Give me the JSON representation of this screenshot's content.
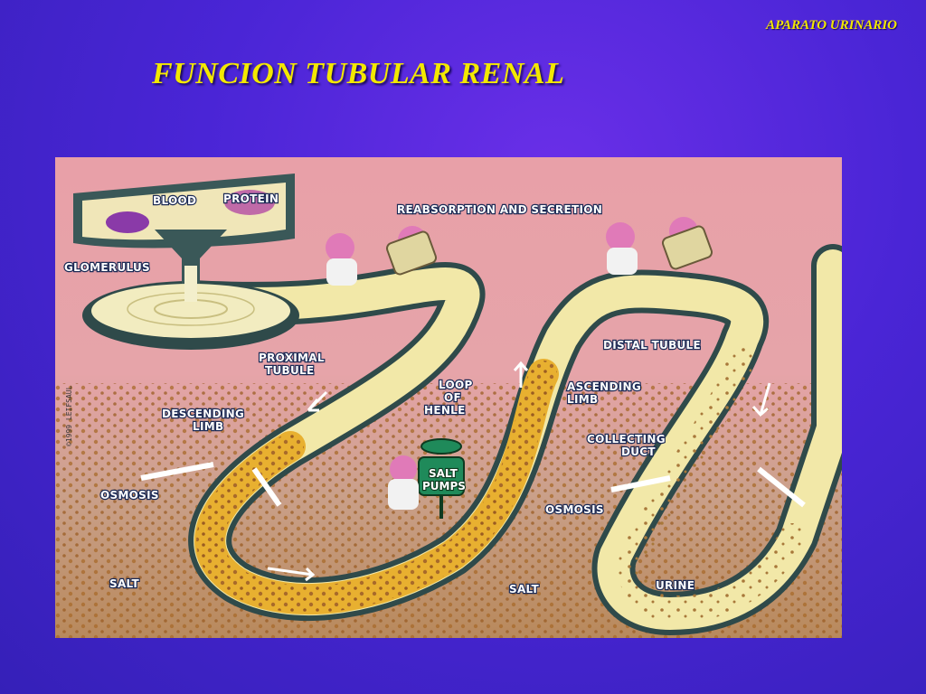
{
  "slide": {
    "header": "APARATO URINARIO",
    "title": "FUNCION TUBULAR RENAL"
  },
  "diagram": {
    "labels": {
      "blood": "BLOOD",
      "protein": "PROTEIN",
      "reabsorption": "REABSORPTION AND SECRETION",
      "glomerulus": "GLOMERULUS",
      "proximal_1": "PROXIMAL",
      "proximal_2": "TUBULE",
      "descending_1": "DESCENDING",
      "descending_2": "LIMB",
      "loop_1": "LOOP",
      "loop_2": "OF",
      "loop_3": "HENLE",
      "salt_pumps_1": "SALT",
      "salt_pumps_2": "PUMPS",
      "distal_tubule": "DISTAL TUBULE",
      "ascending_1": "ASCENDING",
      "ascending_2": "LIMB",
      "collecting_1": "COLLECTING",
      "collecting_2": "DUCT",
      "osmosis_left": "OSMOSIS",
      "osmosis_right": "OSMOSIS",
      "salt_left": "SALT",
      "salt_center": "SALT",
      "urine": "URINE",
      "credit": "©1999 LEIFSAUL"
    },
    "colors": {
      "tube_wall": "#2f4a4a",
      "tube_fluid": "#f2e8a8",
      "salt_fluid": "#e8b030",
      "salt_dots": "#a86a2a",
      "background_upper": "#e6a4a9",
      "background_lower": "#b8895c"
    },
    "icons": [
      "glomerulus-funnel",
      "worker-pink-figure",
      "salt-pump-machine",
      "flow-arrow",
      "osmosis-arrow"
    ]
  }
}
